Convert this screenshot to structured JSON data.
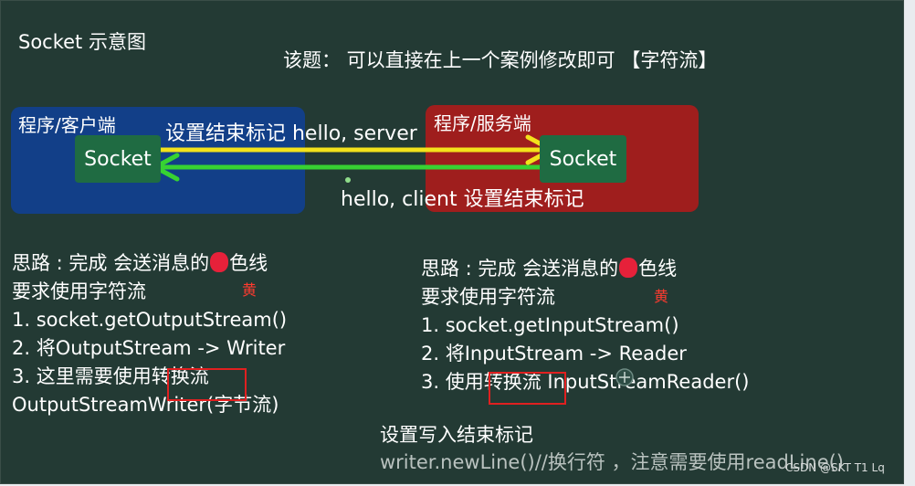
{
  "title": "Socket 示意图",
  "topic": "该题： 可以直接在上一个案例修改即可 【字符流】",
  "client": {
    "label": "程序/客户端",
    "socket": "Socket"
  },
  "server": {
    "label": "程序/服务端",
    "socket": "Socket"
  },
  "message_to_server": "设置结束标记 hello, server",
  "message_to_client": "hello, client 设置结束标记",
  "arrow_colors": {
    "to_server": "#f3e21b",
    "to_client": "#37d232"
  },
  "left_notes": {
    "line1_pre": "思路 : 完成 会送消息的",
    "line1_post": "色线",
    "yellow_mark": "黄",
    "line2": "要求使用字符流",
    "line3": "1. socket.getOutputStream()",
    "line4": "2. 将OutputStream -> Writer",
    "line5_pre": "3. 这里需要使用",
    "line5_boxed": "转换流",
    "line6": "OutputStreamWriter(字节流)"
  },
  "right_notes": {
    "line1_pre": "思路 : 完成 会送消息的",
    "line1_post": "色线",
    "yellow_mark": "黄",
    "line2": "要求使用字符流",
    "line3": "1. socket.getInputStream()",
    "line4": "2. 将InputStream -> Reader",
    "line5_pre": "3. 使用",
    "line5_boxed": "转换流",
    "line5_post": " InputStreamReader()"
  },
  "end_marker": {
    "title": "设置写入结束标记",
    "code": "writer.newLine()//换行符 ，注意需要使用readLine()"
  },
  "watermark": "CSDN @SKT T1 Lq"
}
